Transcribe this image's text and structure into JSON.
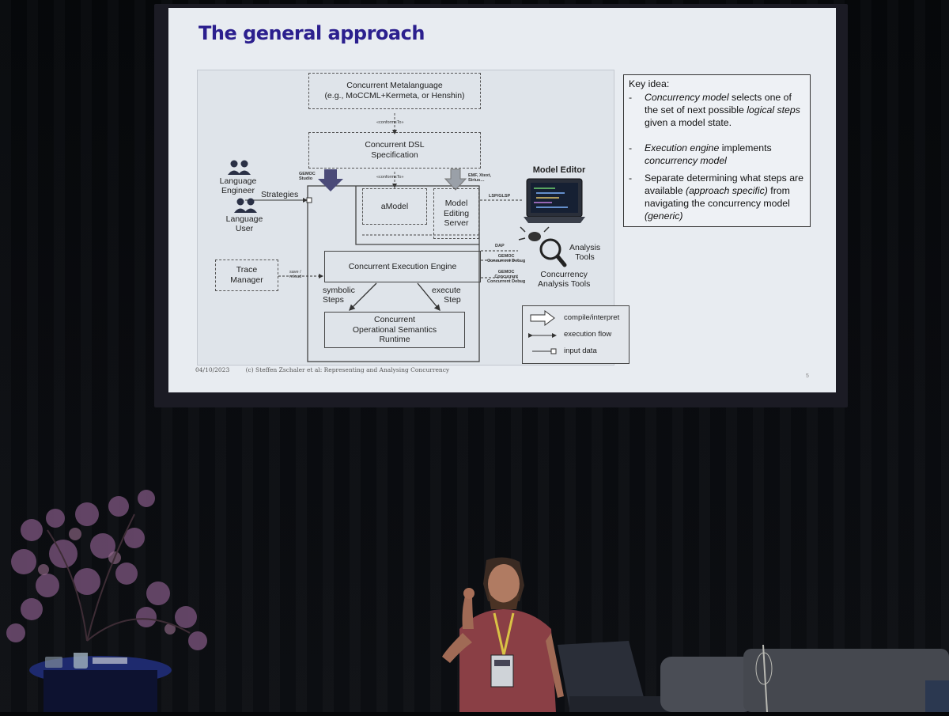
{
  "slide": {
    "title": "The general approach",
    "diagram": {
      "metalanguage": {
        "line1": "Concurrent Metalanguage",
        "line2": "(e.g., MoCCML+Kermeta, or Henshin)"
      },
      "conforms_to": "«conformsTo»",
      "dsl_spec": {
        "line1": "Concurrent DSL",
        "line2": "Specification"
      },
      "gemoc_studio": {
        "line1": "GEMOC",
        "line2": "Studio"
      },
      "emf_note": {
        "line1": "EMF, Xtext,",
        "line2": "Sirius…"
      },
      "amodel": "aModel",
      "editing_server": {
        "line1": "Model",
        "line2": "Editing",
        "line3": "Server"
      },
      "lsp": "LSP/GLSP",
      "model_editor": "Model Editor",
      "language_engineer": {
        "line1": "Language",
        "line2": "Engineer"
      },
      "language_user": {
        "line1": "Language",
        "line2": "User"
      },
      "strategies": "Strategies",
      "trace_manager": {
        "line1": "Trace",
        "line2": "Manager"
      },
      "save_reload": {
        "line1": "save /",
        "line2": "reload"
      },
      "execution_engine": "Concurrent Execution Engine",
      "symbolic_steps": {
        "line1": "symbolic",
        "line2": "Steps"
      },
      "execute_step": {
        "line1": "execute",
        "line2": "Step"
      },
      "runtime": {
        "line1": "Concurrent",
        "line2": "Operational Semantics",
        "line3": "Runtime"
      },
      "dap": "DAP",
      "gemoc_debug": {
        "line1": "GEMOC",
        "line2": "Concurrent Debug"
      },
      "gemoc_debug2": {
        "line1": "GEMOC",
        "line2": "Concurrent",
        "line3": "Concurrent Debug"
      },
      "analysis_tools": {
        "line1": "Analysis",
        "line2": "Tools"
      },
      "concurrency_tools": {
        "line1": "Concurrency",
        "line2": "Analysis Tools"
      },
      "legend": {
        "compile": "compile/interpret",
        "flow": "execution flow",
        "input": "input data"
      }
    },
    "key_idea": {
      "heading": "Key idea:",
      "item1": {
        "dash": "-",
        "em1": "Concurrency model",
        "t1": " selects one of the set of next possible ",
        "em2": "logical steps",
        "t2": " given a model state."
      },
      "item2": {
        "dash": "-",
        "em1": "Execution engine",
        "t1": " implements ",
        "em2": "concurrency model"
      },
      "item3": {
        "dash": "-",
        "t1": "Separate determining what steps are available ",
        "em1": "(approach specific)",
        "t2": " from navigating the concurrency model ",
        "em2": "(generic)"
      }
    },
    "footer": {
      "date": "04/10/2023",
      "credit": "(c) Steffen Zschaler et al: Representing and Analysing Concurrency"
    },
    "page": "5"
  },
  "colors": {
    "title": "#2b1f8e",
    "stage": "#06080b",
    "slide_bg": "#e8ecf1",
    "shirt": "#8a3f45"
  }
}
